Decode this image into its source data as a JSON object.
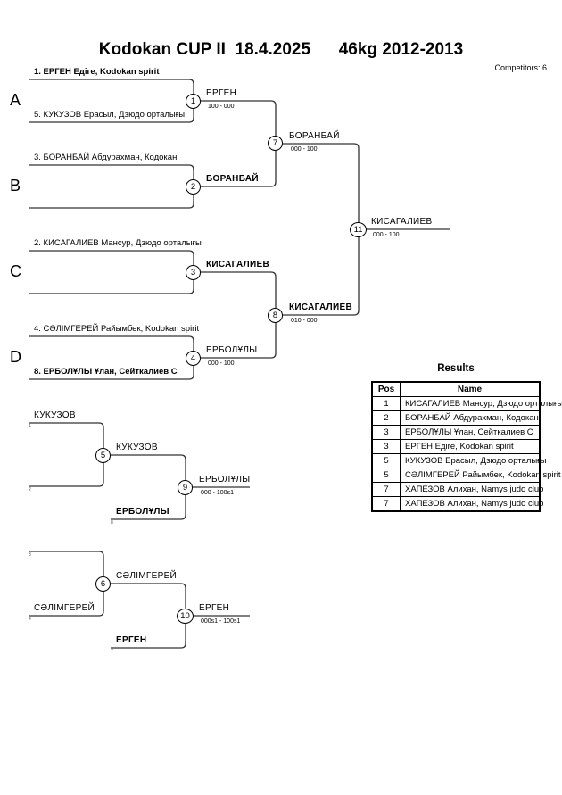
{
  "header": {
    "title": "Kodokan CUP II  18.4.2025",
    "category": "46kg 2012-2013",
    "competitors_label": "Competitors: 6"
  },
  "pools": [
    "A",
    "B",
    "C",
    "D"
  ],
  "entries": {
    "a1": "1. ЕРГЕН Едіге, Kodokan spirit",
    "a2": "5. КУКУЗОВ Ерасыл, Дзюдо орталығы",
    "b1": "3. БОРАНБАЙ Абдурахман, Кодокан",
    "c1": "2. КИСАГАЛИЕВ Мансур, Дзюдо орталығы",
    "d1": "4. СӘЛІМГЕРЕЙ Райымбек, Kodokan spirit",
    "d2": "8. ЕРБОЛҰЛЫ Ұлан, Сейткалиев С"
  },
  "matches": {
    "m1": {
      "number": "1",
      "winner": "ЕРГЕН",
      "score": "100 - 000"
    },
    "m2": {
      "number": "2",
      "winner": "БОРАНБАЙ",
      "score": ""
    },
    "m3": {
      "number": "3",
      "winner": "КИСАГАЛИЕВ",
      "score": ""
    },
    "m4": {
      "number": "4",
      "winner": "ЕРБОЛҰЛЫ",
      "score": "000 - 100"
    },
    "m7": {
      "number": "7",
      "winner": "БОРАНБАЙ",
      "score": "000 - 100"
    },
    "m8": {
      "number": "8",
      "winner": "КИСАГАЛИЕВ",
      "score": "010 - 000"
    },
    "m11": {
      "number": "11",
      "winner": "КИСАГАЛИЕВ",
      "score": "000 - 100"
    },
    "m5": {
      "number": "5",
      "winner": "КУКУЗОВ",
      "score": ""
    },
    "m9": {
      "number": "9",
      "winner": "ЕРБОЛҰЛЫ",
      "score": "000 - 100s1"
    },
    "m6": {
      "number": "6",
      "winner": "СӘЛІМГЕРЕЙ",
      "score": ""
    },
    "m10": {
      "number": "10",
      "winner": "ЕРГЕН",
      "score": "000s1 - 100s1"
    }
  },
  "repechage": {
    "r1": {
      "name": "КУКУЗОВ",
      "slot": "1"
    },
    "r2": {
      "name": "",
      "slot": "2"
    },
    "r8": {
      "name": "ЕРБОЛҰЛЫ",
      "slot": "8"
    },
    "r3": {
      "name": "",
      "slot": "3"
    },
    "r4": {
      "name": "СӘЛІМГЕРЕЙ",
      "slot": "4"
    },
    "r7": {
      "name": "ЕРГЕН",
      "slot": "7"
    }
  },
  "results": {
    "title": "Results",
    "columns": [
      "Pos",
      "Name"
    ],
    "rows": [
      {
        "pos": "1",
        "name": "КИСАГАЛИЕВ Мансур, Дзюдо орталығы"
      },
      {
        "pos": "2",
        "name": "БОРАНБАЙ Абдурахман, Кодокан"
      },
      {
        "pos": "3",
        "name": "ЕРБОЛҰЛЫ Ұлан, Сейткалиев С"
      },
      {
        "pos": "3",
        "name": "ЕРГЕН Едіге, Kodokan spirit"
      },
      {
        "pos": "5",
        "name": "КУКУЗОВ Ерасыл, Дзюдо орталығы"
      },
      {
        "pos": "5",
        "name": "СӘЛІМГЕРЕЙ Райымбек, Kodokan spirit"
      },
      {
        "pos": "7",
        "name": "ХАПЕЗОВ Алихан, Namys judo club"
      },
      {
        "pos": "7",
        "name": "ХАПЕЗОВ Алихан, Namys judo club"
      }
    ]
  }
}
